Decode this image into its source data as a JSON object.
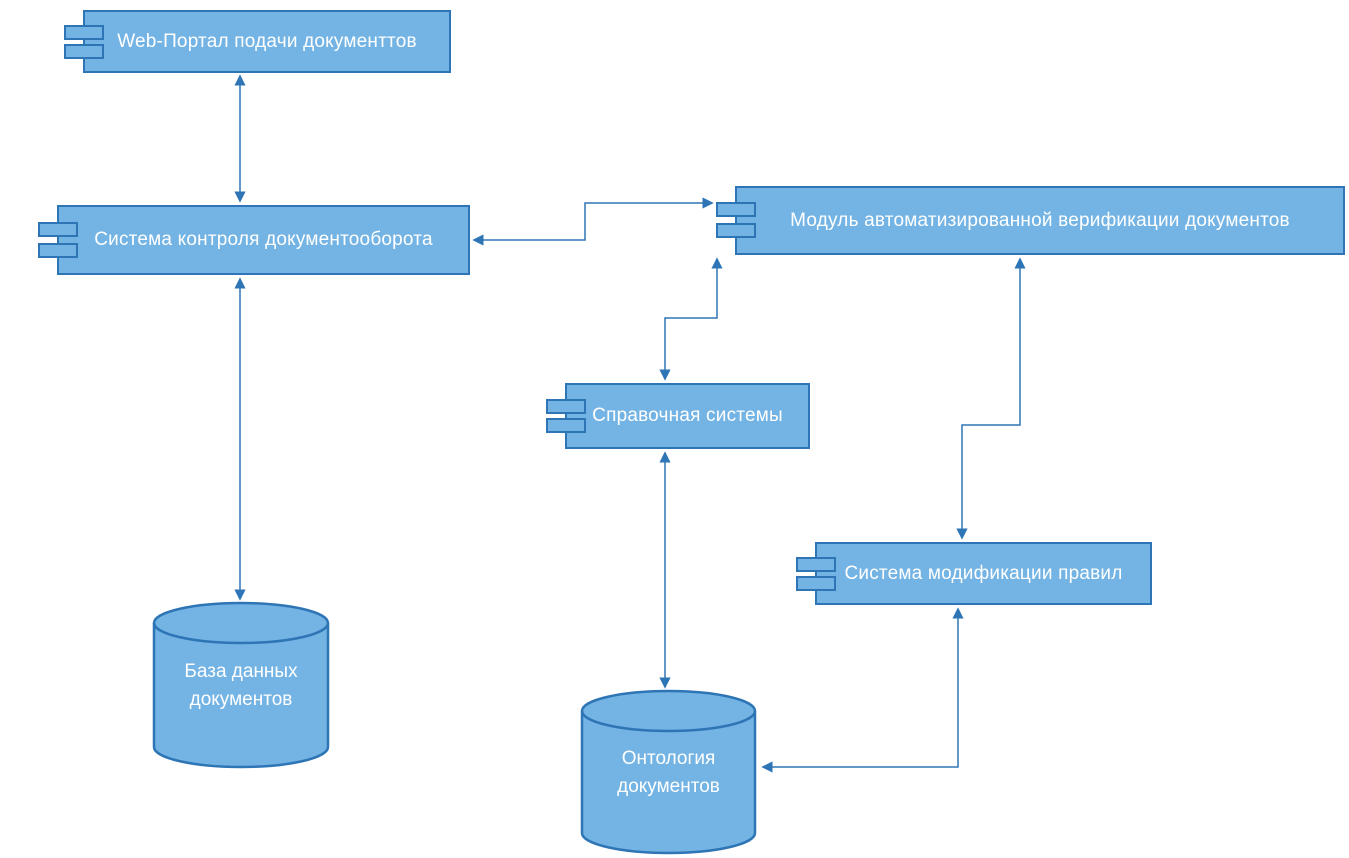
{
  "diagram": {
    "type": "uml-component-diagram",
    "background": "#FFFFFF",
    "colors": {
      "node_fill": "#74B4E4",
      "node_border": "#2E75B6",
      "connector": "#2E75B6",
      "text": "#FFFFFF"
    },
    "components": [
      {
        "id": "web-portal",
        "label": "Web-Портал подачи документтов"
      },
      {
        "id": "doc-control",
        "label": "Система контроля документооборота"
      },
      {
        "id": "verification",
        "label": "Модуль автоматизированной верификации документов"
      },
      {
        "id": "reference",
        "label": "Справочная системы"
      },
      {
        "id": "rules",
        "label": "Система модификации правил"
      }
    ],
    "databases": [
      {
        "id": "docs-db",
        "label": "База данных\nдокументов"
      },
      {
        "id": "ontology",
        "label": "Онтология\nдокументов"
      }
    ],
    "connections": [
      {
        "from": "web-portal",
        "to": "doc-control",
        "type": "bidirectional"
      },
      {
        "from": "doc-control",
        "to": "docs-db",
        "type": "bidirectional"
      },
      {
        "from": "doc-control",
        "to": "verification",
        "type": "bidirectional"
      },
      {
        "from": "reference",
        "to": "verification",
        "type": "bidirectional"
      },
      {
        "from": "verification",
        "to": "rules",
        "type": "bidirectional"
      },
      {
        "from": "reference",
        "to": "ontology",
        "type": "bidirectional"
      },
      {
        "from": "rules",
        "to": "ontology",
        "type": "bidirectional"
      }
    ]
  }
}
